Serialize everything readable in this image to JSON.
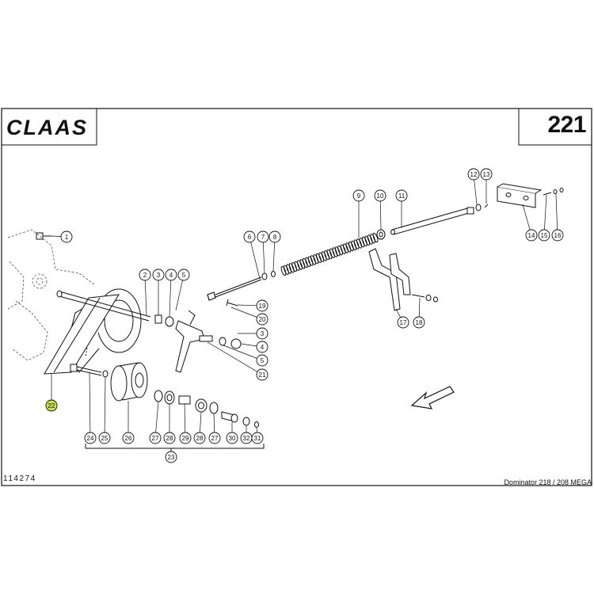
{
  "header": {
    "brand": "CLAAS",
    "page_number": "221"
  },
  "footer": {
    "drawing_number": "114274",
    "model": "Dominator 218 / 208 MEGA"
  },
  "callouts": [
    "1",
    "2",
    "3",
    "4",
    "5",
    "6",
    "7",
    "8",
    "9",
    "10",
    "11",
    "12",
    "13",
    "14",
    "15",
    "16",
    "17",
    "18",
    "19",
    "20",
    "3",
    "4",
    "5",
    "21",
    "22",
    "24",
    "25",
    "26",
    "27",
    "28",
    "29",
    "28",
    "27",
    "30",
    "32",
    "31",
    "23"
  ],
  "colors": {
    "line": "#111111",
    "highlight_callout": "#c8e04a"
  },
  "icons": {
    "direction": "arrow-icon"
  }
}
